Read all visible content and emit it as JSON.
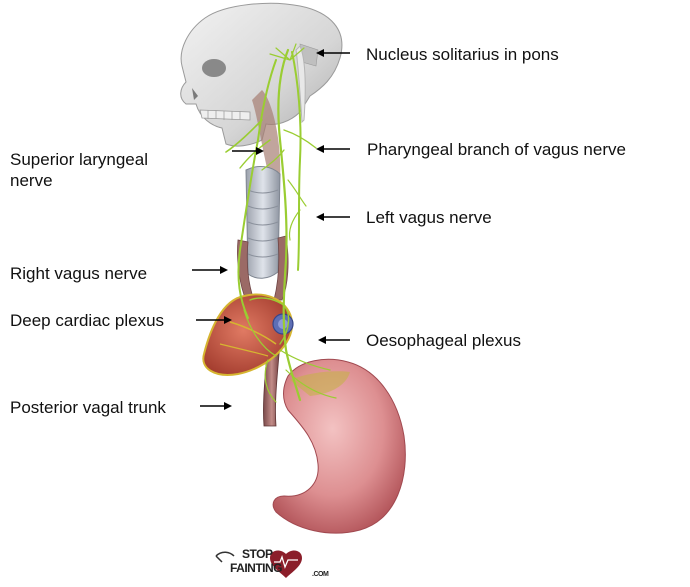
{
  "labels": {
    "nucleus": "Nucleus solitarius in pons",
    "pharyngeal": "Pharyngeal branch of vagus nerve",
    "superior_line1": "Superior laryngeal",
    "superior_line2": "nerve",
    "left_vagus": "Left vagus nerve",
    "right_vagus": "Right vagus nerve",
    "cardiac": "Deep cardiac plexus",
    "oesophageal": "Oesophageal plexus",
    "posterior": "Posterior vagal trunk"
  },
  "logo": {
    "line1": "STOP",
    "line2": "FAINTING",
    "suffix": ".COM"
  },
  "colors": {
    "nerve": "#9acd32",
    "bone": "#d8d8d8",
    "heart": "#b84a3c",
    "stomach": "#d98a8a",
    "trachea": "#b9bfc9",
    "logo_heart": "#8b1e2a"
  }
}
